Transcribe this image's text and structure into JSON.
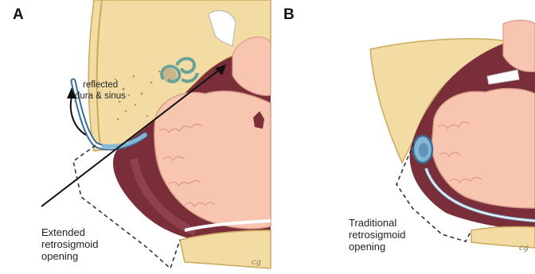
{
  "panels": [
    {
      "letter": "A",
      "annotations": {
        "reflected": [
          "reflected",
          "dura & sinus"
        ],
        "opening": [
          "Extended",
          "retrosigmoid",
          "opening"
        ]
      }
    },
    {
      "letter": "B",
      "annotations": {
        "opening": [
          "Traditional",
          "retrosigmoid",
          "opening"
        ]
      }
    }
  ],
  "artist_signature": "cg",
  "colors": {
    "bone": "#f3dca4",
    "bone_edge": "#caa95c",
    "bone_dots": "#b8955a",
    "dura_cavity": "#7a2e3a",
    "dura_light": "#a24c5c",
    "brain": "#f8c6b0",
    "brain_outline": "#d99c88",
    "sinus": "#86b6d6",
    "sinus_dark": "#3a6e9a",
    "nerve": "#9fc9c4",
    "dashed": "#333333",
    "arrow": "#111111"
  }
}
